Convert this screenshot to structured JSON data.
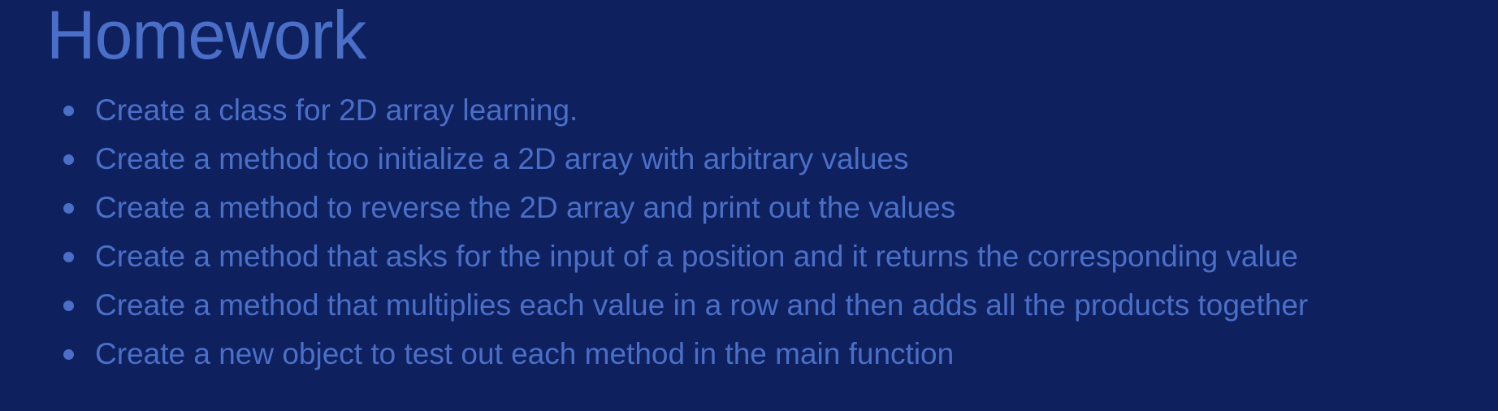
{
  "slide": {
    "title": "Homework",
    "bullets": [
      "Create a class for 2D array learning.",
      "Create a method too initialize a 2D array with arbitrary values",
      "Create a method to reverse the 2D array and print out the values",
      "Create a method that asks for the input of a position and it returns the corresponding value",
      "Create a method that multiplies each value in a row and then adds all the products together",
      "Create a new object to test out each method in the main function"
    ]
  },
  "colors": {
    "background": "#0f205e",
    "text": "#4a6fc8"
  }
}
